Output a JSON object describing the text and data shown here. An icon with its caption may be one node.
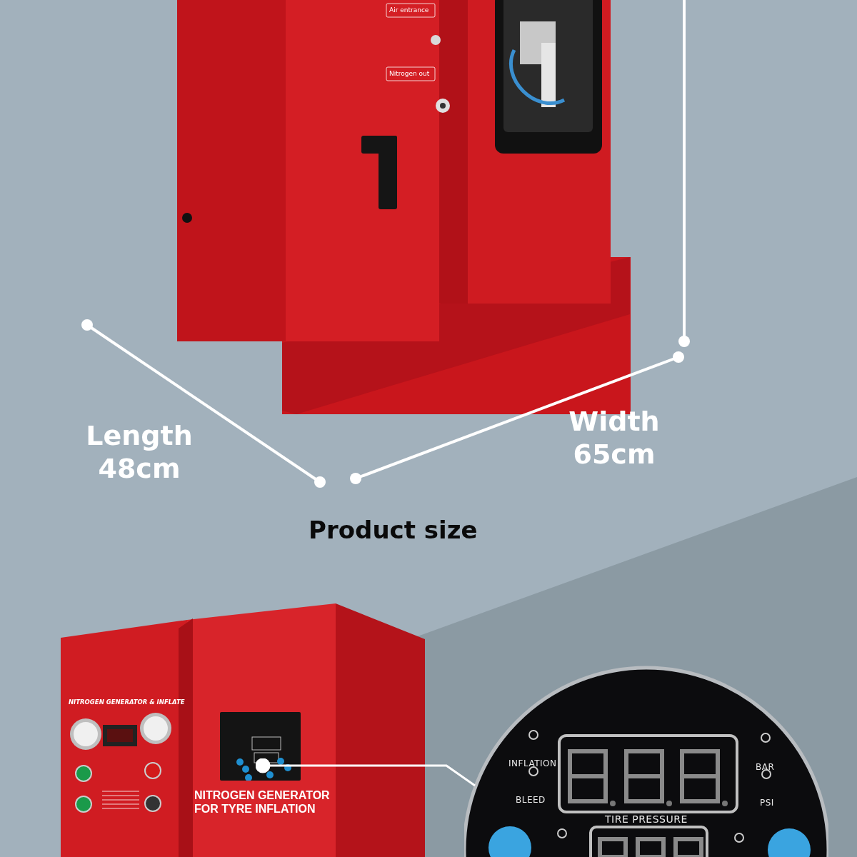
{
  "diagram": {
    "title": "Product size",
    "nodes": [
      {
        "text": [],
        "shape": "box"
      },
      {
        "text": [
          "INFLATION",
          "BLEED",
          "BAR",
          "PSI",
          "TIRE PRESSURE"
        ]
      }
    ],
    "edges": [
      {
        "from": 0,
        "to": 1,
        "arrow": "other"
      }
    ],
    "labels": [
      "Air entrance",
      "Nitrogen out",
      "Length 48cm",
      "Width 65cm",
      "NITROGEN GENERATOR & INFLATE",
      "NITROGEN GENERATOR FOR TYRE INFLATION"
    ]
  }
}
